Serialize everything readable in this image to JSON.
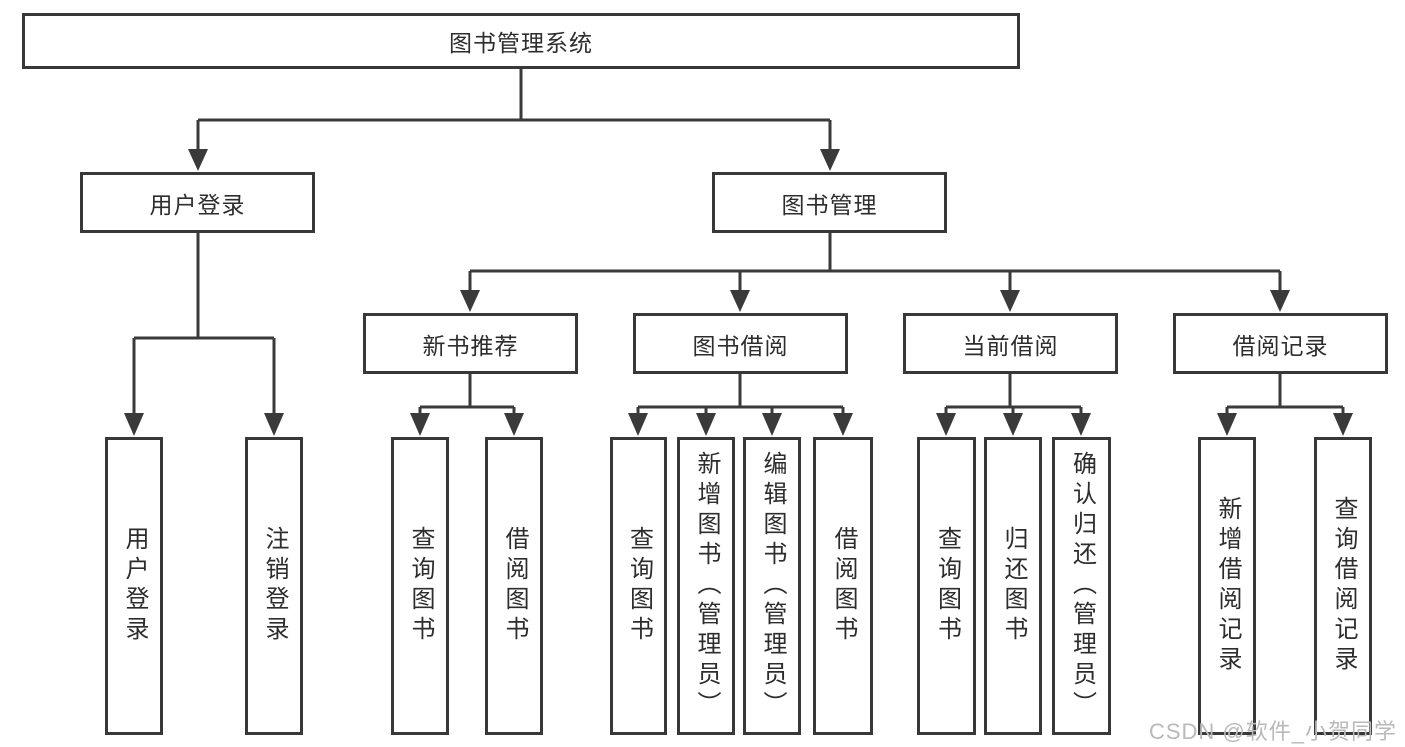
{
  "diagram": {
    "title": "图书管理系统",
    "root": {
      "label": "图书管理系统"
    },
    "level2": {
      "user_login": {
        "label": "用户登录"
      },
      "book_mgmt": {
        "label": "图书管理"
      }
    },
    "level3": {
      "new_book": {
        "label": "新书推荐"
      },
      "book_borrow": {
        "label": "图书借阅"
      },
      "current_borrow": {
        "label": "当前借阅"
      },
      "borrow_records": {
        "label": "借阅记录"
      }
    },
    "leaves": {
      "user_login": [
        "用户登录",
        "注销登录"
      ],
      "new_book": [
        "查询图书",
        "借阅图书"
      ],
      "book_borrow": [
        "查询图书",
        "新增图书（管理员）",
        "编辑图书（管理员）",
        "借阅图书"
      ],
      "current_borrow": [
        "查询图书",
        "归还图书",
        "确认归还（管理员）"
      ],
      "borrow_records": [
        "新增借阅记录",
        "查询借阅记录"
      ]
    }
  },
  "watermark": {
    "text": "CSDN @软件_小贺同学"
  },
  "colors": {
    "line": "#3a3a3a",
    "border": "#383838",
    "text": "#2d2d2d",
    "watermark": "#b9b9b9",
    "background": "#ffffff"
  }
}
